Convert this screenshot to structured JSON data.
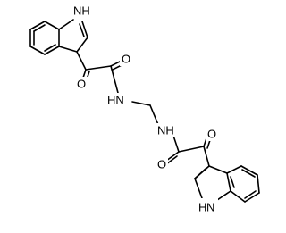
{
  "molecule": {
    "atom_labels": {
      "nh_indole_top": "NH",
      "nh_indole_top_h": "H",
      "o_keto_top": "O",
      "o_amide_top": "O",
      "nh_amide_left": "HN",
      "nh_amide_right": "NH",
      "o_amide_bottom": "O",
      "o_keto_bottom": "O",
      "nh_indole_bottom": "H"
    }
  }
}
